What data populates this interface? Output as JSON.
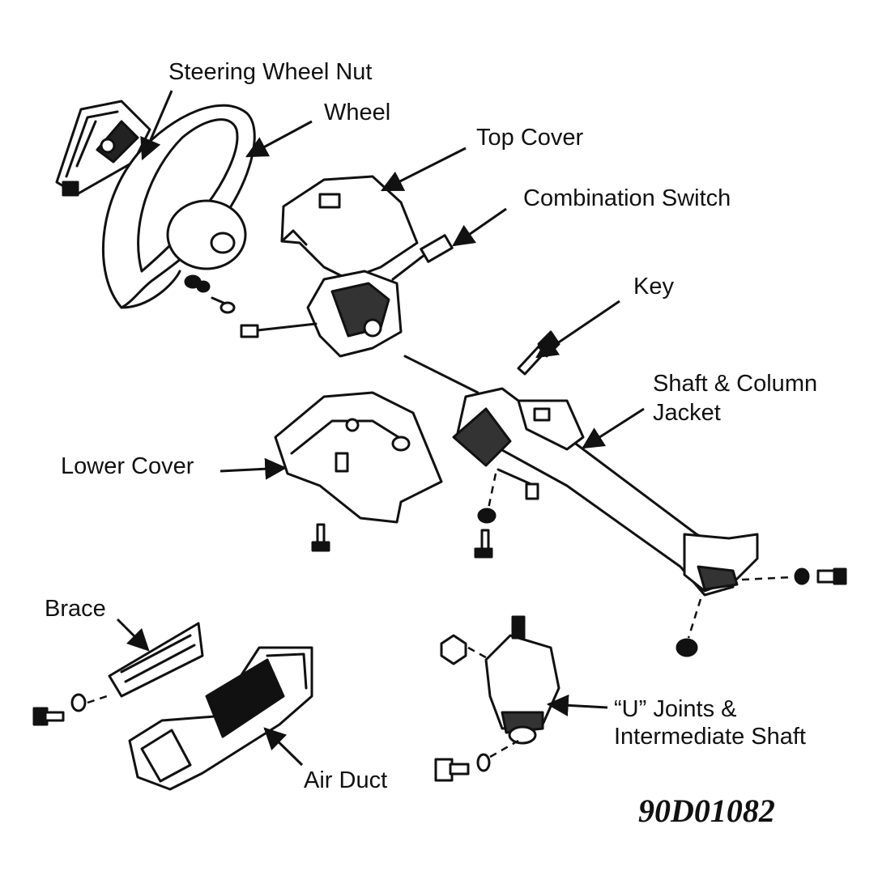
{
  "labels": {
    "steering_wheel_nut": "Steering Wheel Nut",
    "wheel": "Wheel",
    "top_cover": "Top Cover",
    "combination_switch": "Combination Switch",
    "key": "Key",
    "shaft_column_jacket_line1": "Shaft & Column",
    "shaft_column_jacket_line2": "Jacket",
    "lower_cover": "Lower Cover",
    "brace": "Brace",
    "u_joints_line1": "“U” Joints &",
    "u_joints_line2": "Intermediate Shaft",
    "air_duct": "Air Duct"
  },
  "figure_id": "90D01082",
  "colors": {
    "ink": "#111111",
    "paper": "#ffffff"
  }
}
